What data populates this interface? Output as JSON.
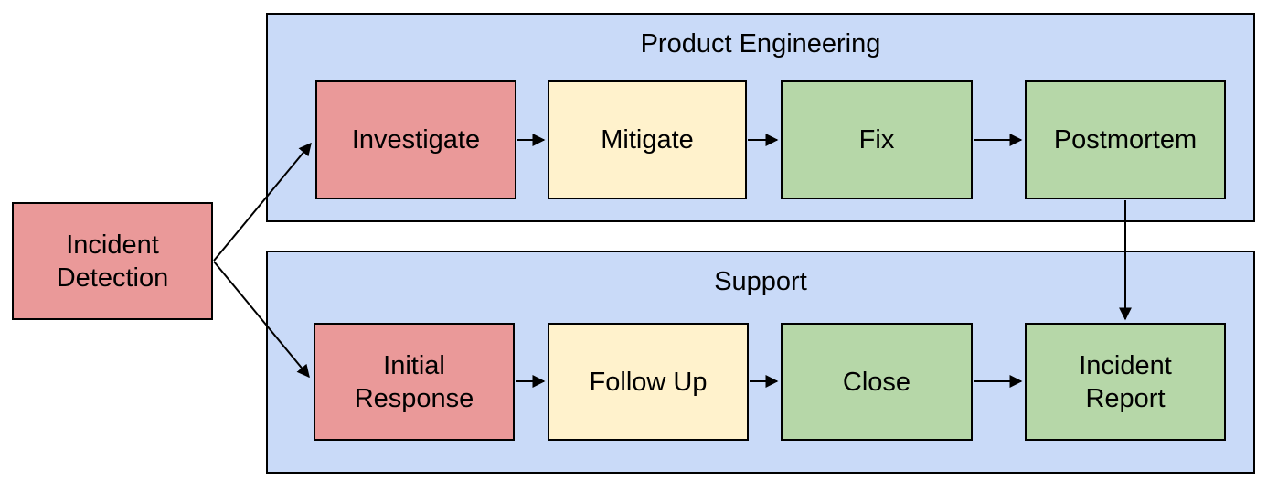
{
  "diagram": {
    "type": "flowchart",
    "background": "#ffffff",
    "colors": {
      "lane": "#c9daf8",
      "red": "#ea9999",
      "yellow": "#fff2cc",
      "green": "#b6d7a8",
      "border": "#000000",
      "text": "#000000",
      "arrow": "#000000"
    },
    "start_node": {
      "label": "Incident\nDetection",
      "fill": "#ea9999"
    },
    "lanes": [
      {
        "title": "Product Engineering",
        "nodes": [
          {
            "label": "Investigate",
            "fill": "#ea9999"
          },
          {
            "label": "Mitigate",
            "fill": "#fff2cc"
          },
          {
            "label": "Fix",
            "fill": "#b6d7a8"
          },
          {
            "label": "Postmortem",
            "fill": "#b6d7a8"
          }
        ]
      },
      {
        "title": "Support",
        "nodes": [
          {
            "label": "Initial\nResponse",
            "fill": "#ea9999"
          },
          {
            "label": "Follow Up",
            "fill": "#fff2cc"
          },
          {
            "label": "Close",
            "fill": "#b6d7a8"
          },
          {
            "label": "Incident\nReport",
            "fill": "#b6d7a8"
          }
        ]
      }
    ],
    "edges": [
      {
        "from": "Incident Detection",
        "to": "Investigate"
      },
      {
        "from": "Incident Detection",
        "to": "Initial Response"
      },
      {
        "from": "Investigate",
        "to": "Mitigate"
      },
      {
        "from": "Mitigate",
        "to": "Fix"
      },
      {
        "from": "Fix",
        "to": "Postmortem"
      },
      {
        "from": "Postmortem",
        "to": "Incident Report"
      },
      {
        "from": "Initial Response",
        "to": "Follow Up"
      },
      {
        "from": "Follow Up",
        "to": "Close"
      },
      {
        "from": "Close",
        "to": "Incident Report"
      }
    ]
  }
}
